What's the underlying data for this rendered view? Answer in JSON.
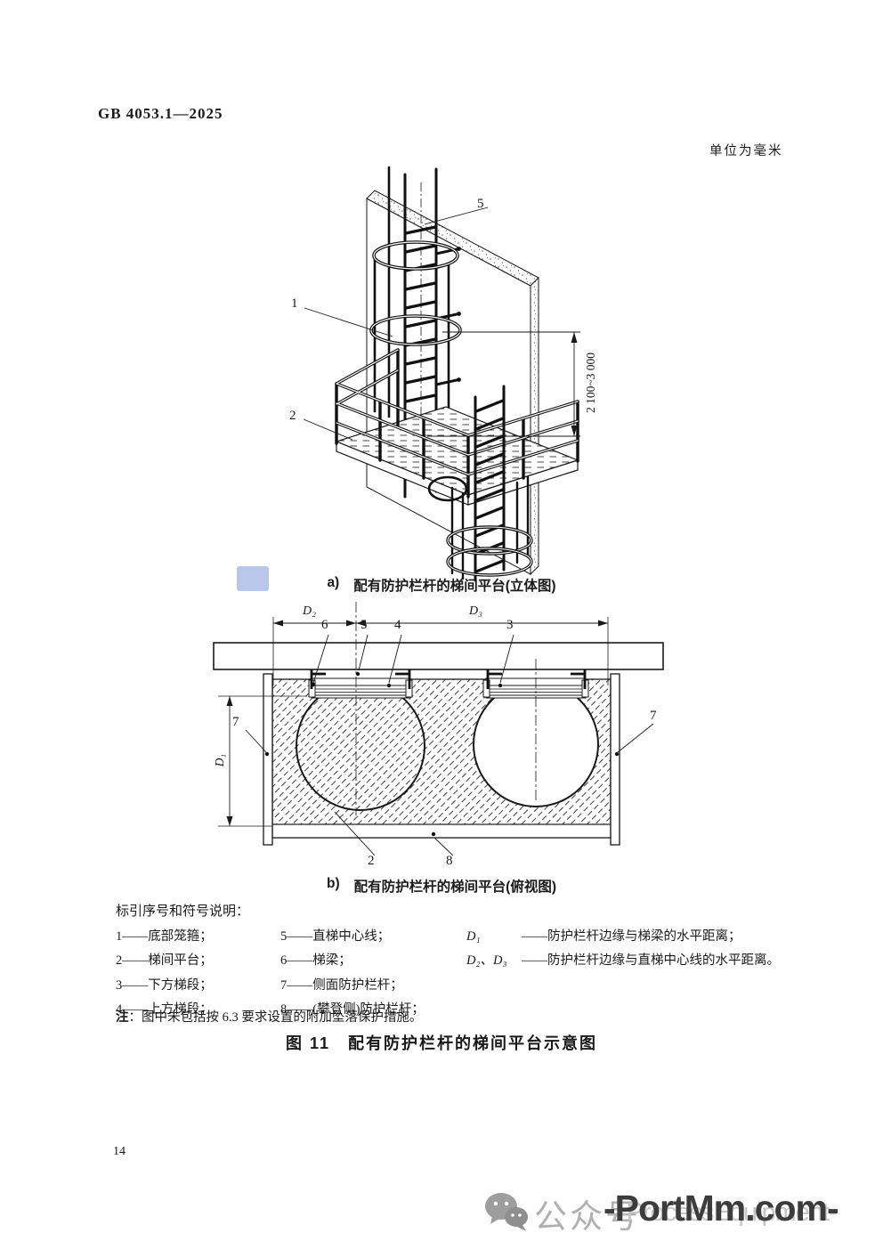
{
  "page": {
    "header": "GB 4053.1—2025",
    "units_note": "单位为毫米",
    "page_number": "14"
  },
  "diagram_a": {
    "caption_label": "a)",
    "caption": "配有防护栏杆的梯间平台(立体图)",
    "dimension_height": "2 100~3 000",
    "callouts": {
      "c1": "1",
      "c2": "2",
      "c5": "5"
    }
  },
  "diagram_b": {
    "caption_label": "b)",
    "caption": "配有防护栏杆的梯间平台(俯视图)",
    "dims": {
      "d1": "D₁",
      "d2": "D₂",
      "d3": "D₃"
    },
    "callouts": {
      "c2": "2",
      "c3": "3",
      "c4": "4",
      "c5": "5",
      "c6": "6",
      "c7_left": "7",
      "c7_right": "7",
      "c8": "8"
    }
  },
  "legend": {
    "intro": "标引序号和符号说明：",
    "col1": [
      "1——底部笼箍；",
      "2——梯间平台；",
      "3——下方梯段；",
      "4——上方梯段；"
    ],
    "col2": [
      "5——直梯中心线；",
      "6——梯梁；",
      "7——侧面防护栏杆；",
      "8——(攀登侧)防护栏杆；"
    ],
    "col3": [
      {
        "sym": "D₁",
        "text": "——防护栏杆边缘与梯梁的水平距离；"
      },
      {
        "sym": "D₂、D₃",
        "text": "——防护栏杆边缘与直梯中心线的水平距离。"
      }
    ],
    "note_label": "注",
    "note_text": "：图中未包括按 6.3 要求设置的附加坠落保护措施。"
  },
  "figure_title": "图 11　配有防护栏杆的梯间平台示意图",
  "watermark": {
    "wechat_label": "公众号",
    "front_text": "-PortMm.com-",
    "back_text": "-ProcessEquipment-"
  },
  "colors": {
    "line": "#1a1a1a",
    "watermark_gray": "#c6c6c6",
    "watermark_dark": "#3c3c3c",
    "stamp_blue": "rgba(100,130,210,0.45)"
  }
}
